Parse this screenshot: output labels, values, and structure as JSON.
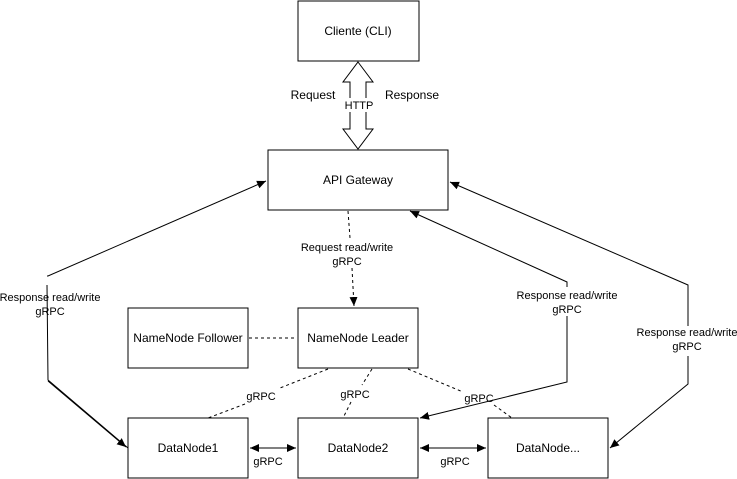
{
  "nodes": {
    "client": "Cliente (CLI)",
    "gateway": "API Gateway",
    "nn_follower": "NameNode Follower",
    "nn_leader": "NameNode Leader",
    "dn1": "DataNode1",
    "dn2": "DataNode2",
    "dn3": "DataNode..."
  },
  "edges": {
    "http_request": "Request",
    "http_label": "HTTP",
    "http_response": "Response",
    "gw_to_leader_l1": "Request read/write",
    "gw_to_leader_l2": "gRPC",
    "dn1_resp_l1": "Response read/write",
    "dn1_resp_l2": "gRPC",
    "dn2_resp_l1": "Response read/write",
    "dn2_resp_l2": "gRPC",
    "dn3_resp_l1": "Response read/write",
    "dn3_resp_l2": "gRPC",
    "leader_dn1": "gRPC",
    "leader_dn2": "gRPC",
    "leader_dn3": "gRPC",
    "dn1_dn2": "gRPC",
    "dn2_dn3": "gRPC"
  }
}
